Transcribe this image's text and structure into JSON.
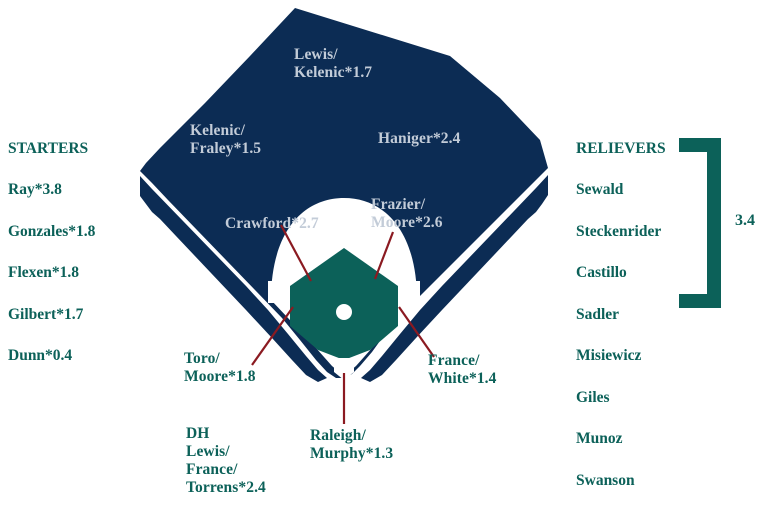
{
  "colors": {
    "field_navy": "#0c2c54",
    "infield_teal": "#0c6159",
    "dirt_white": "#ffffff",
    "leader_line": "#8b1a21",
    "on_field_text": "#c3ccd8",
    "outside_text": "#0c6159",
    "background": "#ffffff"
  },
  "starters": {
    "heading": "STARTERS",
    "players": [
      "Ray*3.8",
      "Gonzales*1.8",
      "Flexen*1.8",
      "Gilbert*1.7",
      "Dunn*0.4"
    ]
  },
  "relievers": {
    "heading": "RELIEVERS",
    "players": [
      "Sewald",
      "Steckenrider",
      "Castillo",
      "Sadler",
      "Misiewicz",
      "Giles",
      "Munoz",
      "Swanson"
    ],
    "bracket_value": "3.4"
  },
  "positions": {
    "center_field": "Lewis/\nKelenic*1.7",
    "left_field": "Kelenic/\nFraley*1.5",
    "right_field": "Haniger*2.4",
    "shortstop": "Crawford*2.7",
    "second_base": "Frazier/\nMoore*2.6",
    "third_base": "Toro/\nMoore*1.8",
    "first_base": "France/\nWhite*1.4",
    "catcher": "Raleigh/\nMurphy*1.3",
    "designated_hitter": "DH\nLewis/\nFrance/\nTorrens*2.4"
  }
}
